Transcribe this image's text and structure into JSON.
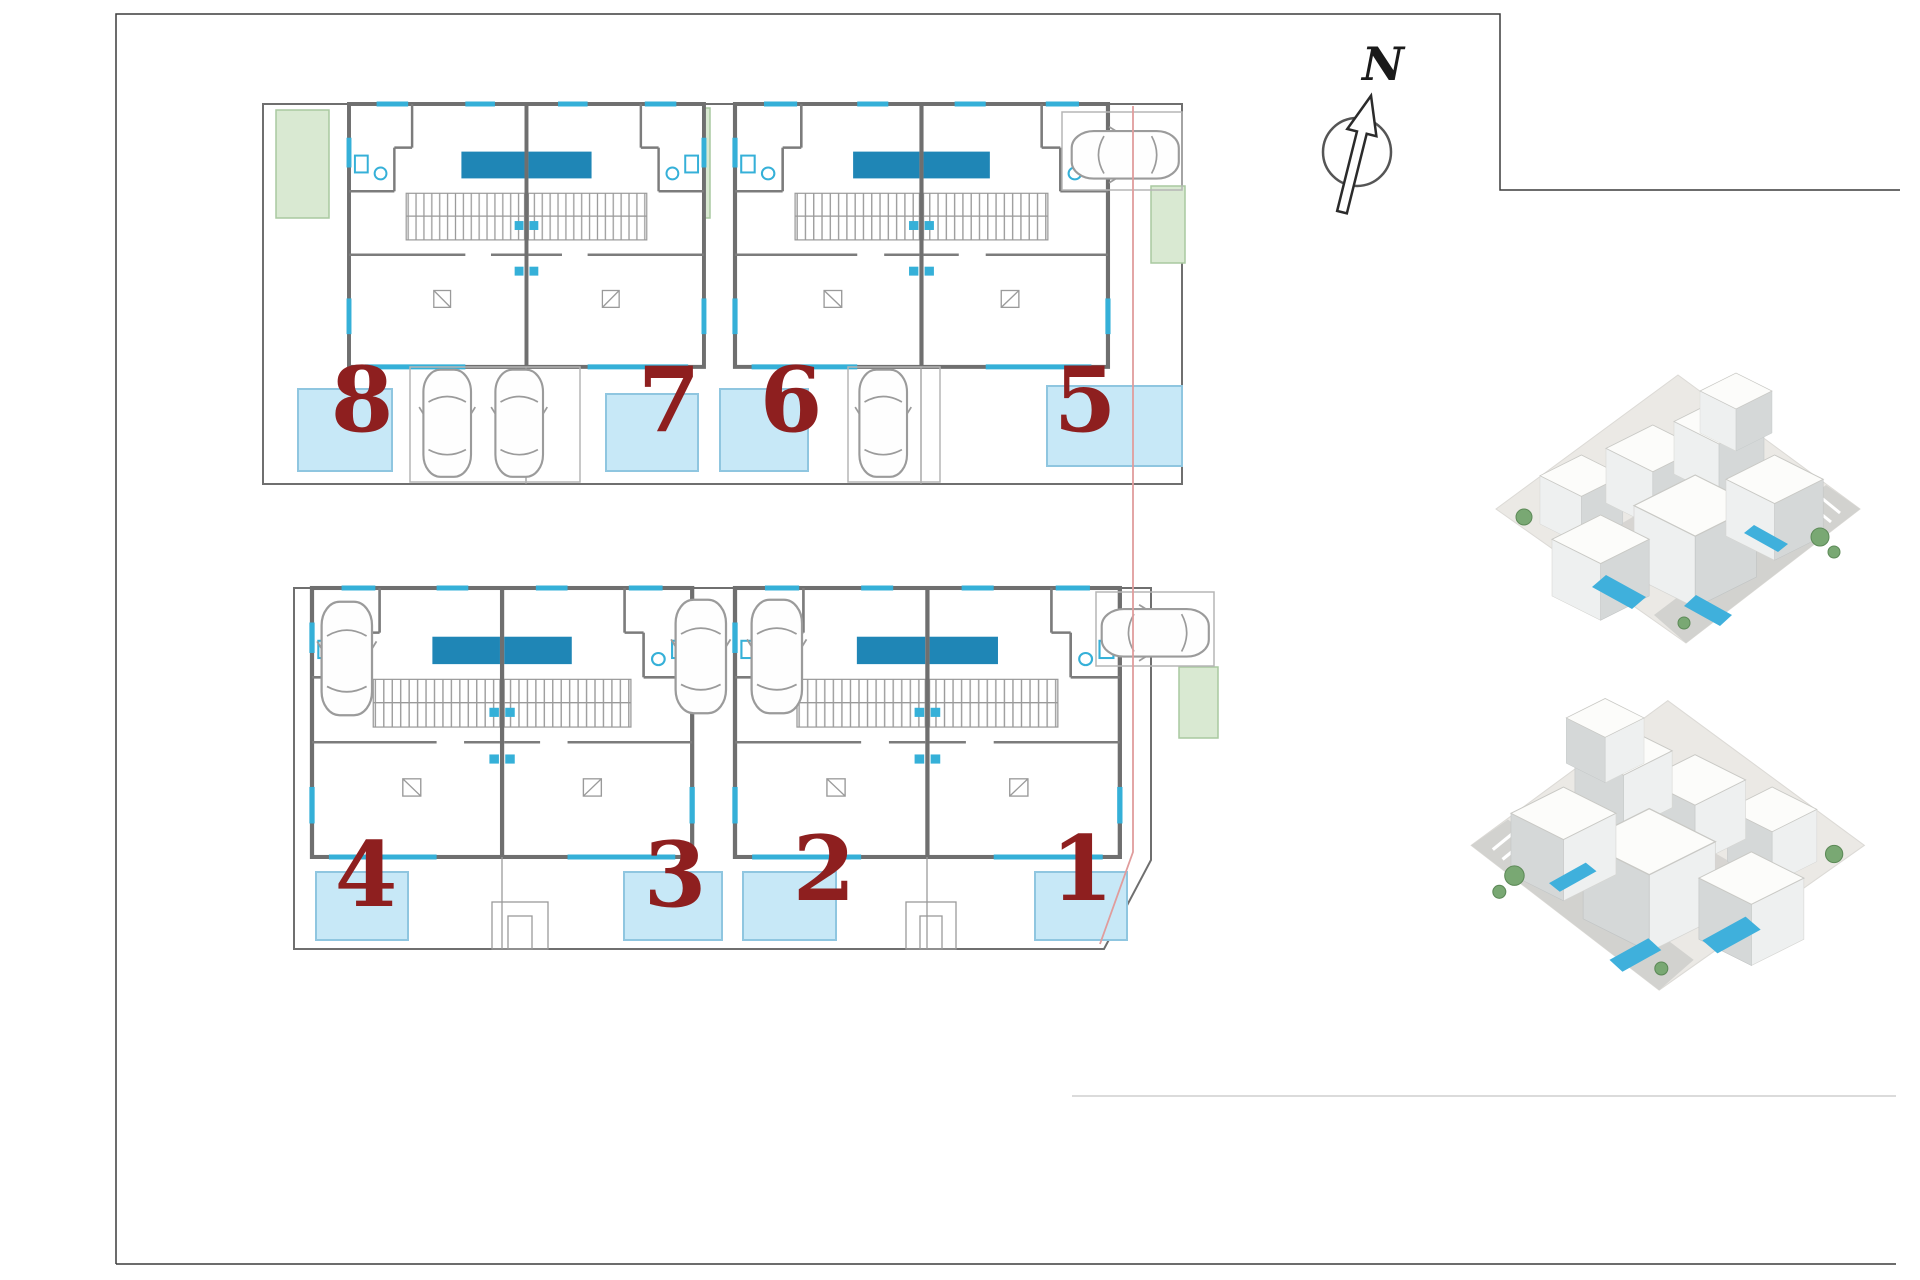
{
  "compass": {
    "label": "N"
  },
  "units": [
    {
      "number": "8"
    },
    {
      "number": "7"
    },
    {
      "number": "6"
    },
    {
      "number": "5"
    },
    {
      "number": "4"
    },
    {
      "number": "3"
    },
    {
      "number": "2"
    },
    {
      "number": "1"
    }
  ],
  "colors": {
    "pool_fill": "#c7e8f7",
    "pool_border": "#8fc6e0",
    "unit_number": "#8e1f1f",
    "green_area": "#d9e9d2",
    "green_border": "#a9c9a0",
    "accent_blue": "#1f86b6",
    "fixture_blue": "#35b0d8",
    "wall_gray": "#6f6f6f",
    "boundary_pink": "#e09c9c"
  }
}
